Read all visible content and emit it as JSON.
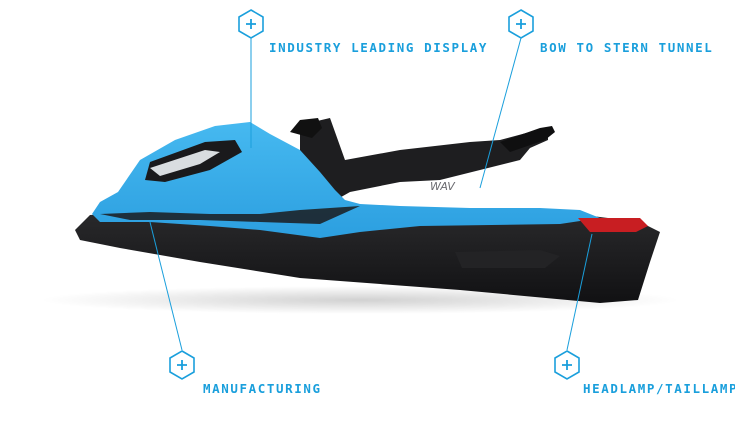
{
  "hotspots": [
    {
      "id": "display",
      "label": "INDUSTRY LEADING DISPLAY",
      "icon": "plus-hexagon-icon"
    },
    {
      "id": "tunnel",
      "label": "BOW TO STERN TUNNEL",
      "icon": "plus-hexagon-icon"
    },
    {
      "id": "manufacturing",
      "label": "MANUFACTURING",
      "icon": "plus-hexagon-icon"
    },
    {
      "id": "lamps",
      "label": "HEADLAMP/TAILLAMP",
      "icon": "plus-hexagon-icon"
    }
  ],
  "product_logo": "WAV",
  "colors": {
    "accent": "#1a9fdc",
    "hull": "#1c1c1e",
    "body_blue": "#3aaee8",
    "tail_light": "#c81e22"
  }
}
